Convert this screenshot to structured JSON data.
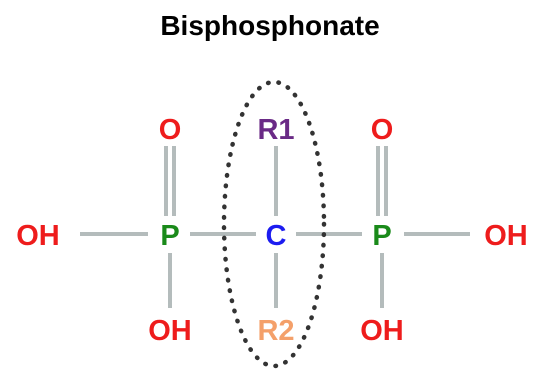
{
  "title": "Bisphosphonate",
  "atoms": {
    "oh_left": "OH",
    "p_left": "P",
    "o_left": "O",
    "oh_left_bottom": "OH",
    "c_center": "C",
    "r1": "R1",
    "r2": "R2",
    "p_right": "P",
    "o_right": "O",
    "oh_right": "OH",
    "oh_right_bottom": "OH"
  },
  "colors": {
    "oxygen": "#ee1c1c",
    "phosphorus": "#1a8a1a",
    "carbon": "#1c1cf0",
    "r1": "#6a2a86",
    "r2": "#f4a06a",
    "bond": "#b4bcbc",
    "outline": "#333333"
  }
}
